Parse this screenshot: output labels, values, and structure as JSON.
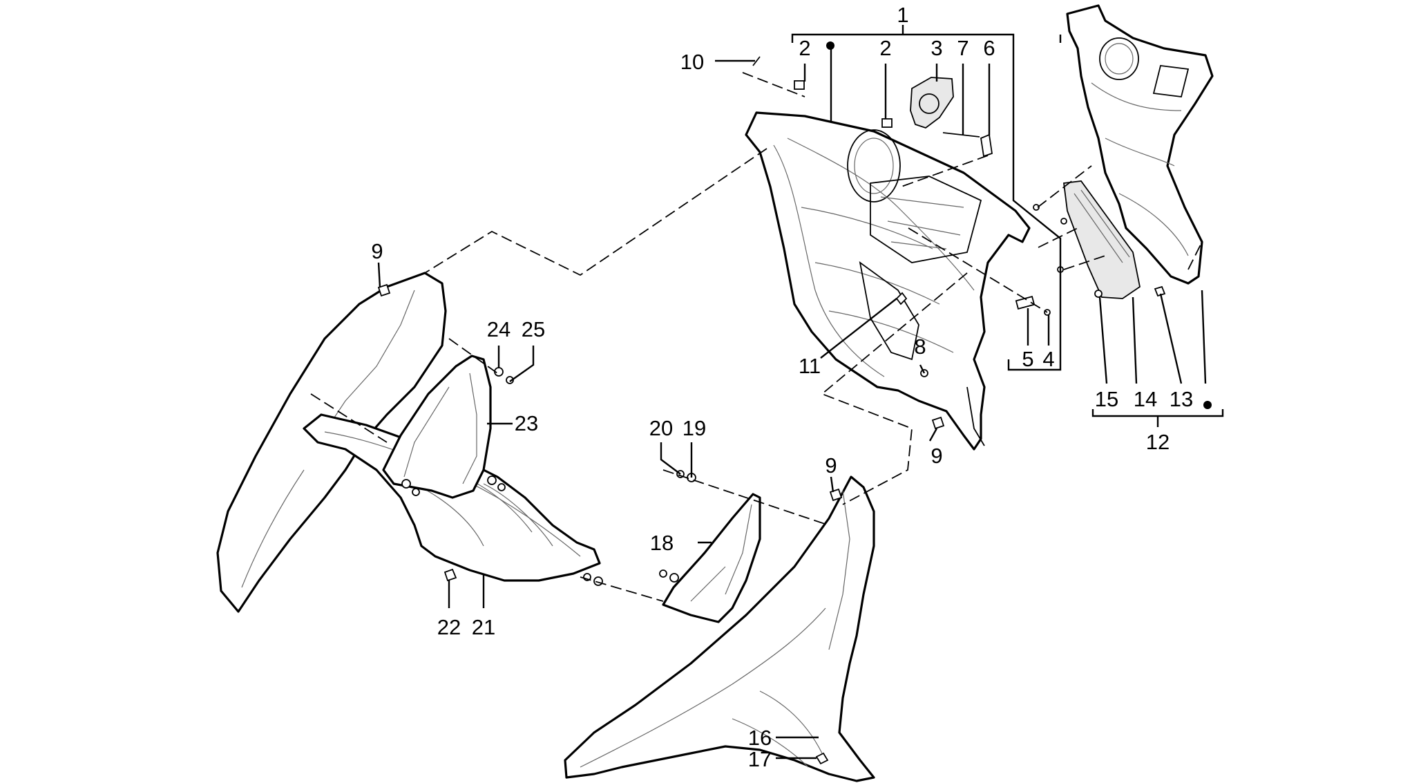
{
  "labels": {
    "l1": "1",
    "l2a": "2",
    "l2b": "2",
    "l3": "3",
    "l4": "4",
    "l5": "5",
    "l6": "6",
    "l7": "7",
    "l8": "8",
    "l9a": "9",
    "l9b": "9",
    "l9c": "9",
    "l10": "10",
    "l11": "11",
    "l12": "12",
    "l13": "13",
    "l14": "14",
    "l15": "15",
    "l16": "16",
    "l17": "17",
    "l18": "18",
    "l19": "19",
    "l20": "20",
    "l21": "21",
    "l22": "22",
    "l23": "23",
    "l24": "24",
    "l25": "25"
  },
  "colors": {
    "line": "#000000",
    "background": "#ffffff",
    "hatch": "#666666"
  }
}
